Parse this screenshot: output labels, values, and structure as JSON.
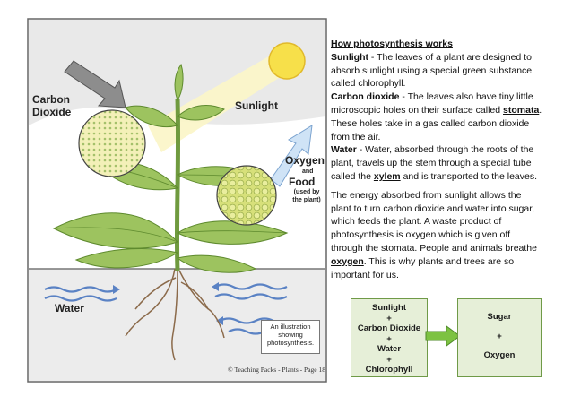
{
  "illustration": {
    "carbon_dioxide_label": "Carbon\nDioxide",
    "sunlight_label": "Sunlight",
    "oxygen_label": "Oxygen",
    "and_label": "and",
    "food_label": "Food",
    "used_label": "(used by\nthe plant)",
    "water_label": "Water",
    "caption": "An illustration\nshowing\nphotosynthesis.",
    "footer": "© Teaching Packs - Plants - Page 18"
  },
  "text": {
    "heading": "How photosynthesis works",
    "sunlight_term": "Sunlight",
    "sunlight_desc": " - The leaves of a plant are designed to absorb sunlight using a special green substance called chlorophyll.",
    "co2_term": "Carbon dioxide",
    "co2_desc_1": " - The leaves also have tiny little microscopic holes on their surface called ",
    "stomata": "stomata",
    "co2_desc_2": ". These holes take in a gas called carbon dioxide from the air.",
    "water_term": "Water",
    "water_desc_1": " - Water, absorbed through the roots of the plant, travels up the stem through a special tube called the ",
    "xylem": "xylem",
    "water_desc_2": " and is transported to the leaves.",
    "para2_1": "The energy absorbed from sunlight allows the plant to turn carbon dioxide and water into sugar, which feeds the plant. A waste product of photosynthesis is oxygen which is given off through the stomata. People and animals breathe ",
    "oxygen": "oxygen",
    "para2_2": ". This is why plants and trees are so important for us."
  },
  "equation": {
    "inputs": [
      "Sunlight",
      "+",
      "Carbon Dioxide",
      "+",
      "Water",
      "+",
      "Chlorophyll"
    ],
    "outputs": [
      "Sugar",
      "+",
      "Oxygen"
    ]
  },
  "colors": {
    "box_fill": "#e6efd8",
    "box_border": "#6f9a47",
    "arrow_green": "#7dc242",
    "sun_yellow": "#f7e04a",
    "leaf_green": "#8fb855",
    "water_blue": "#5a82c4"
  }
}
